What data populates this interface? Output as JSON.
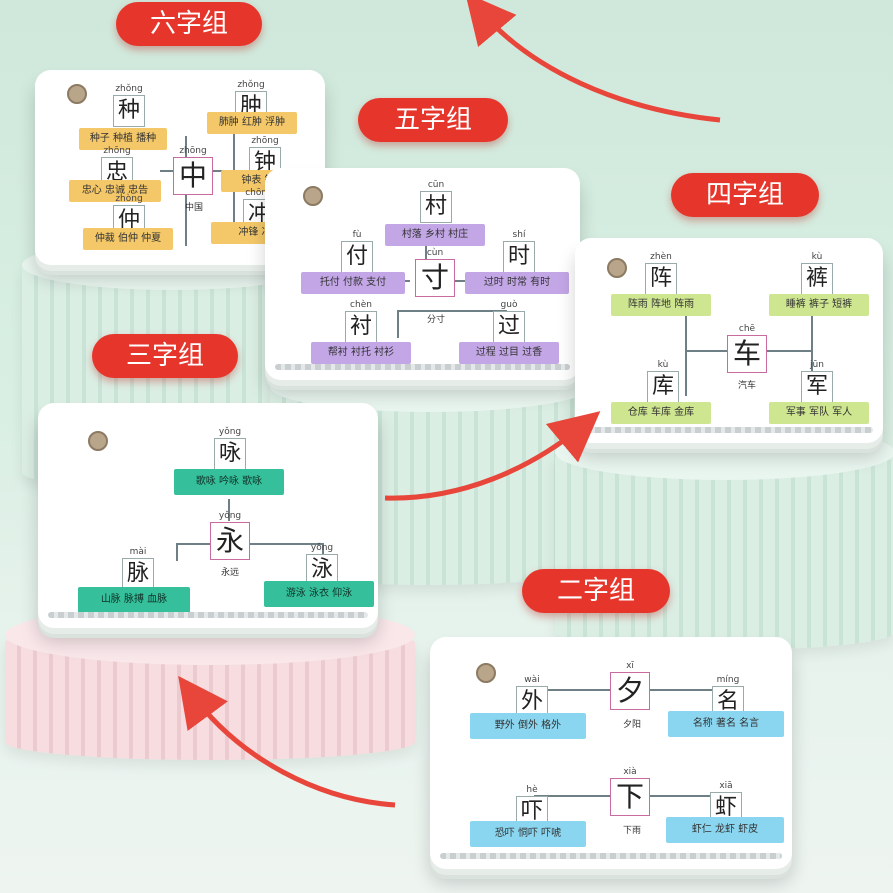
{
  "tags": {
    "six": "六字组",
    "five": "五字组",
    "four": "四字组",
    "three": "三字组",
    "two": "二字组"
  },
  "card6": {
    "center": {
      "py": "zhōng",
      "ch": "中"
    },
    "center_word": "中国",
    "tl": {
      "py": "zhǒng",
      "ch": "种",
      "words": "种子 种植 播种"
    },
    "ml": {
      "py": "zhōng",
      "ch": "忠",
      "words": "忠心 忠诚 忠告"
    },
    "bl": {
      "py": "zhòng",
      "ch": "仲",
      "words": "仲裁 伯仲 仲夏"
    },
    "tr": {
      "py": "zhǒng",
      "ch": "肿",
      "words": "肺肿 红肿 浮肿"
    },
    "mr": {
      "py": "zhōng",
      "ch": "钟",
      "words": "钟表 钟声"
    },
    "br": {
      "py": "chōng",
      "ch": "冲",
      "words": "冲锋 冲"
    }
  },
  "card5": {
    "top": {
      "py": "cūn",
      "ch": "村",
      "words": "村落 乡村 村庄"
    },
    "center": {
      "py": "cùn",
      "ch": "寸"
    },
    "center_word": "分寸",
    "left": {
      "py": "fù",
      "ch": "付",
      "words": "托付 付款 支付"
    },
    "right": {
      "py": "shí",
      "ch": "时",
      "words": "过时 时常 有时"
    },
    "bl": {
      "py": "chèn",
      "ch": "衬",
      "words": "帮衬 衬托 衬衫"
    },
    "br": {
      "py": "guò",
      "ch": "过",
      "words": "过程 过目 过香"
    }
  },
  "card4": {
    "center": {
      "py": "chē",
      "ch": "车"
    },
    "center_word": "汽车",
    "tl": {
      "py": "zhèn",
      "ch": "阵",
      "words": "阵雨 阵地 阵雨"
    },
    "tr": {
      "py": "kù",
      "ch": "裤",
      "words": "睡裤 裤子 短裤"
    },
    "bl": {
      "py": "kù",
      "ch": "库",
      "words": "仓库 车库 金库"
    },
    "br": {
      "py": "jūn",
      "ch": "军",
      "words": "军事 军队 军人"
    }
  },
  "card3": {
    "top": {
      "py": "yǒng",
      "ch": "咏",
      "words": "歌咏 吟咏 歌咏"
    },
    "center": {
      "py": "yǒng",
      "ch": "永"
    },
    "center_word": "永远",
    "left": {
      "py": "mài",
      "ch": "脉",
      "words": "山脉 脉搏 血脉"
    },
    "right": {
      "py": "yǒng",
      "ch": "泳",
      "words": "游泳 泳衣 仰泳"
    }
  },
  "card2": {
    "top": {
      "py": "xī",
      "ch": "夕"
    },
    "top_word": "夕阳",
    "tl": {
      "py": "wài",
      "ch": "外",
      "words": "野外 倒外 格外"
    },
    "tr": {
      "py": "míng",
      "ch": "名",
      "words": "名称 著名 名言"
    },
    "bottom": {
      "py": "xià",
      "ch": "下"
    },
    "bottom_word": "下雨",
    "bl": {
      "py": "hè",
      "ch": "吓",
      "words": "恐吓 恫吓 吓唬"
    },
    "br": {
      "py": "xiā",
      "ch": "虾",
      "words": "虾仁 龙虾 虾皮"
    }
  },
  "colors": {
    "tag": "#e6362c",
    "arrow": "#e8463a",
    "bg": "#d3ebde"
  }
}
